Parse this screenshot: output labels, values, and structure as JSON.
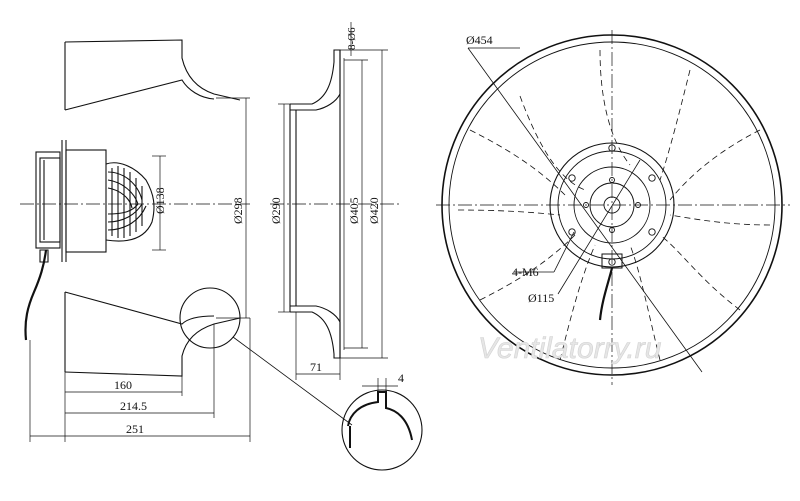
{
  "drawing": {
    "dimensions": {
      "fan_diameter": "Ø454",
      "motor_flange": "Ø138",
      "impeller_outlet": "Ø298",
      "inlet_inner": "Ø290",
      "inlet_bolt_circle": "Ø405",
      "inlet_outer": "Ø420",
      "hole_spec": "8-Ø6",
      "mount_holes": "4-M6",
      "bolt_circle": "Ø115",
      "width_160": "160",
      "width_214_5": "214.5",
      "total_251": "251",
      "inlet_depth_71": "71",
      "detail_4": "4"
    },
    "watermark": "Ventilatorry.ru"
  }
}
